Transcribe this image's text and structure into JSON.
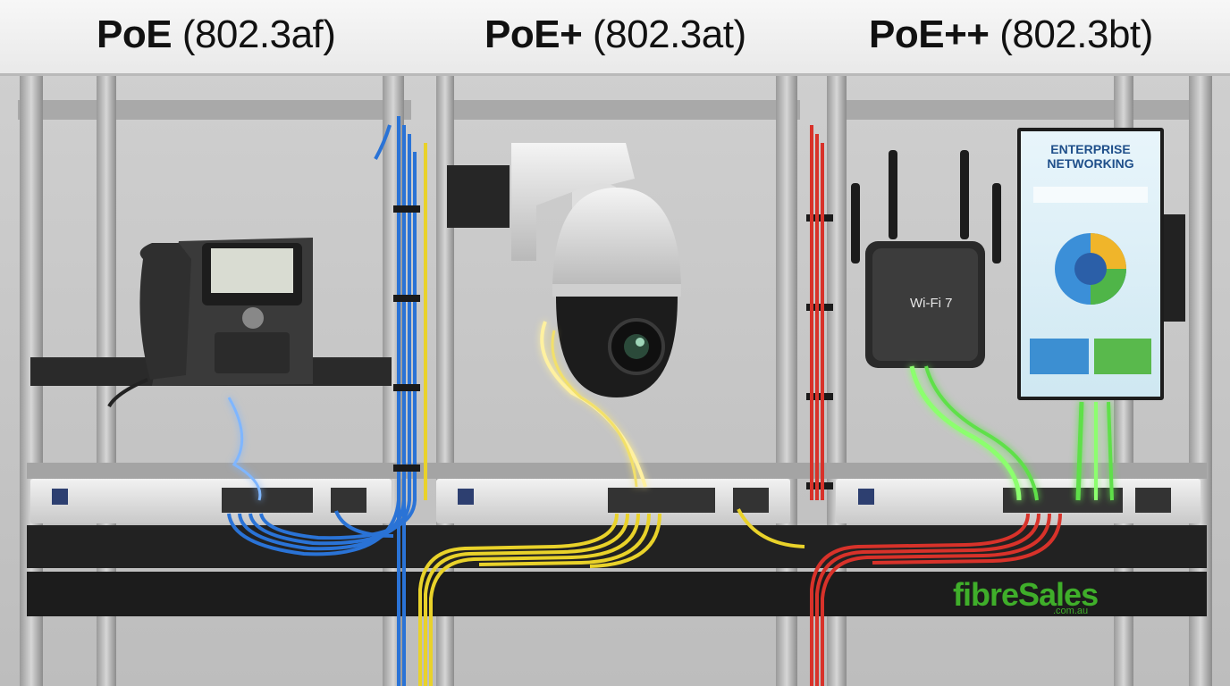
{
  "header": {
    "columns": [
      {
        "name": "PoE",
        "standard": "(802.3af)"
      },
      {
        "name": "PoE+",
        "standard": "(802.3at)"
      },
      {
        "name": "PoE++",
        "standard": "(802.3bt)"
      }
    ]
  },
  "devices": {
    "access_point_label": "Wi-Fi 7",
    "display_title": "ENTERPRISE\nNETWORKING"
  },
  "brand": {
    "name": "fibreSales",
    "domain": ".com.au"
  },
  "colors": {
    "poe_cable": "#2a73d6",
    "poe_plus_cable": "#e9d22a",
    "poe_plus_plus_cable": "#d8322a",
    "power_glow": "#5fe04a",
    "brand_green": "#3fae2a"
  }
}
